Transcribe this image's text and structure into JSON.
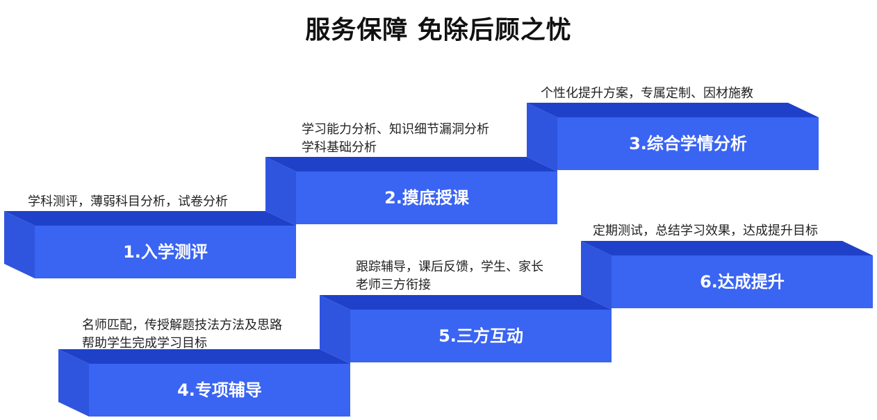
{
  "title": "服务保障 免除后顾之忧",
  "colors": {
    "front": "#3a64f2",
    "top": "#1f41c9",
    "side": "#2f55df",
    "text": "#222222",
    "label": "#ffffff"
  },
  "steps": [
    {
      "label": "1.入学测评",
      "desc": [
        "学科测评，薄弱科目分析，试卷分析"
      ]
    },
    {
      "label": "2.摸底授课",
      "desc": [
        "学习能力分析、知识细节漏洞分析",
        "学科基础分析"
      ]
    },
    {
      "label": "3.综合学情分析",
      "desc": [
        "个性化提升方案，专属定制、因材施教"
      ]
    },
    {
      "label": "4.专项辅导",
      "desc": [
        "名师匹配，传授解题技法方法及思路",
        "帮助学生完成学习目标"
      ]
    },
    {
      "label": "5.三方互动",
      "desc": [
        "跟踪辅导，课后反馈，学生、家长",
        "老师三方衔接"
      ]
    },
    {
      "label": "6.达成提升",
      "desc": [
        "定期测试，总结学习效果，达成提升目标"
      ]
    }
  ]
}
